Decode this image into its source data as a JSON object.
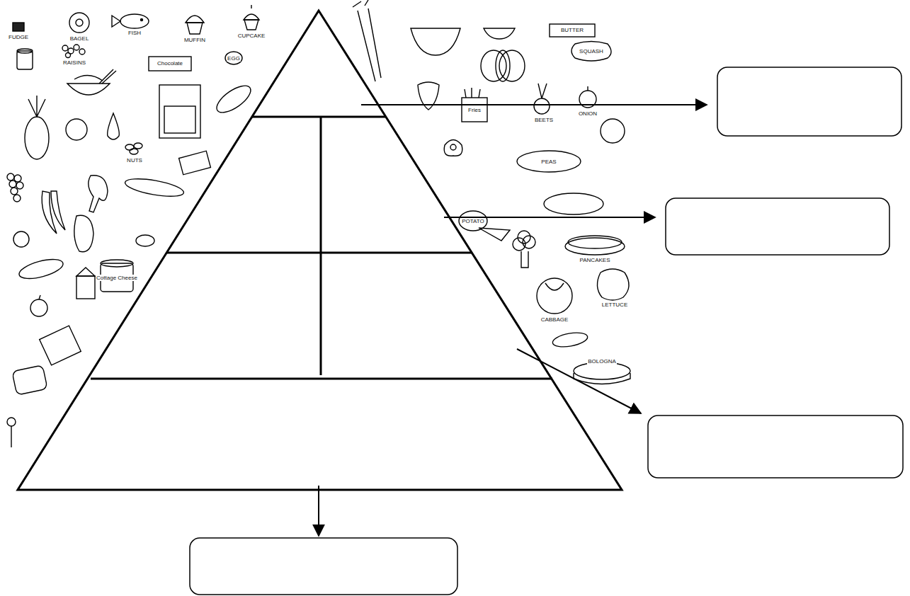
{
  "diagram": {
    "labels": [
      "FUDGE",
      "BAGEL",
      "FISH",
      "MUFFIN",
      "CUPCAKE",
      "BUTTER",
      "RAISINS",
      "Chocolate",
      "EGG",
      "SQUASH",
      "Fries",
      "BEETS",
      "ONION",
      "NUTS",
      "PEAS",
      "POTATO",
      "PANCAKES",
      "LETTUCE",
      "CABBAGE",
      "Cottage Cheese",
      "BOLOGNA"
    ]
  }
}
